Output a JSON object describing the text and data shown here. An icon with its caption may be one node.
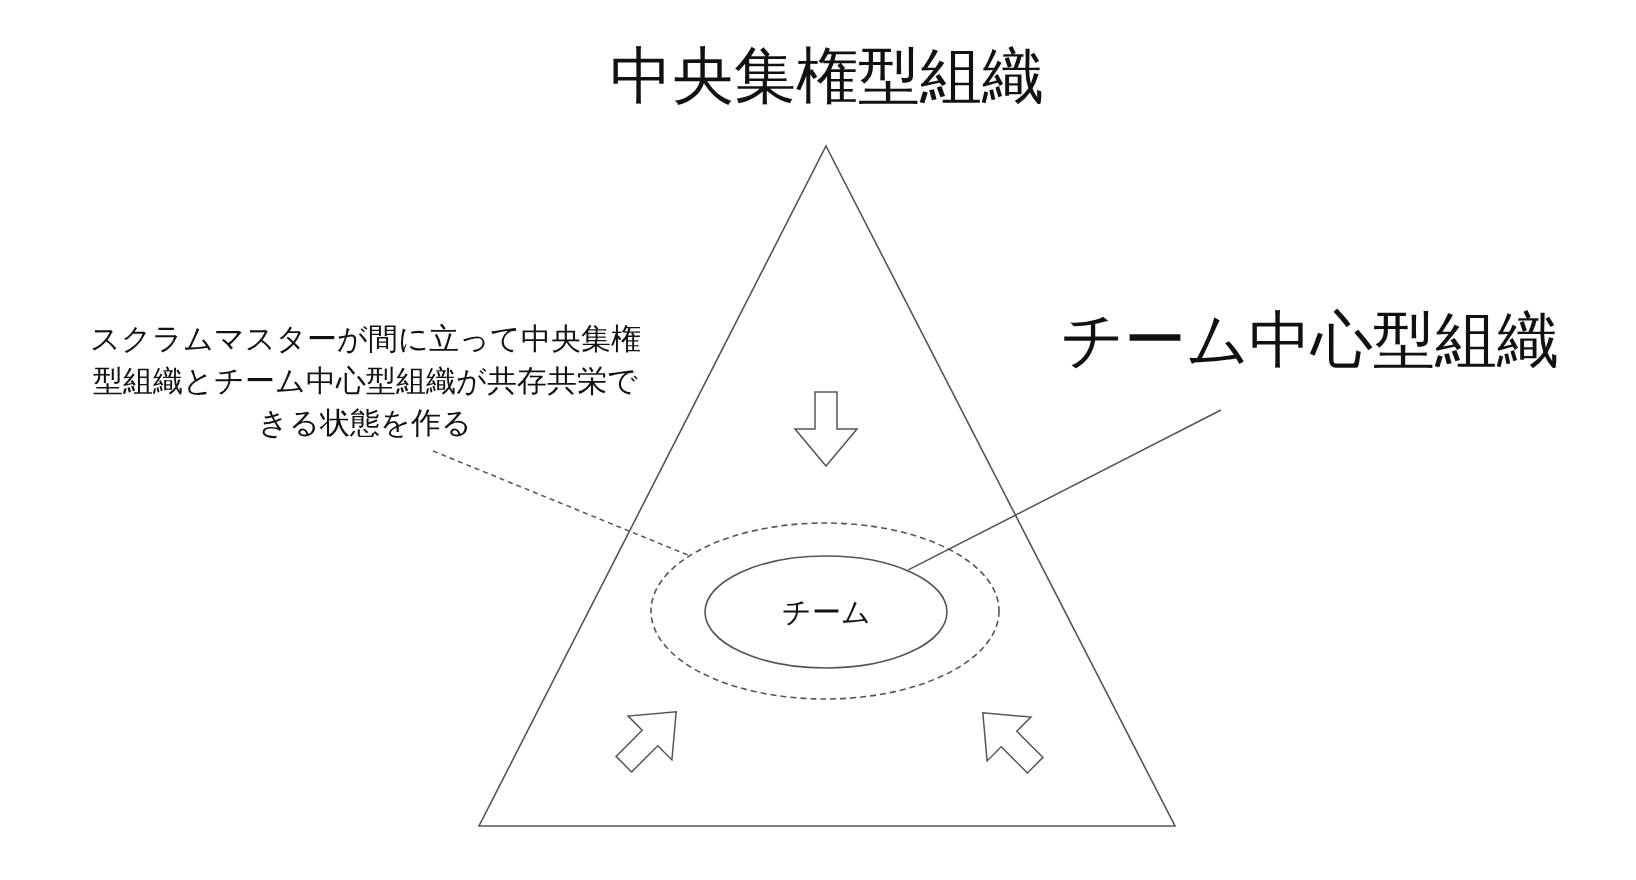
{
  "diagram": {
    "nodes": [
      {
        "text": [
          "中央集権型組織"
        ]
      },
      {
        "text": [
          "スクラムマスターが間に立って中央集権型組織とチーム中心型組織が共存共栄できる状態を作る"
        ]
      },
      {
        "text": [],
        "shape": "ellipse",
        "in": 0
      },
      {
        "text": [
          "チーム"
        ],
        "in": 2
      },
      {
        "text": [
          "チーム中心型組織"
        ]
      }
    ],
    "edges": [
      {
        "from": 1,
        "to": 2,
        "arrow": "none",
        "style": "dashed"
      },
      {
        "from": 4,
        "to": 3,
        "arrow": "none"
      }
    ]
  }
}
